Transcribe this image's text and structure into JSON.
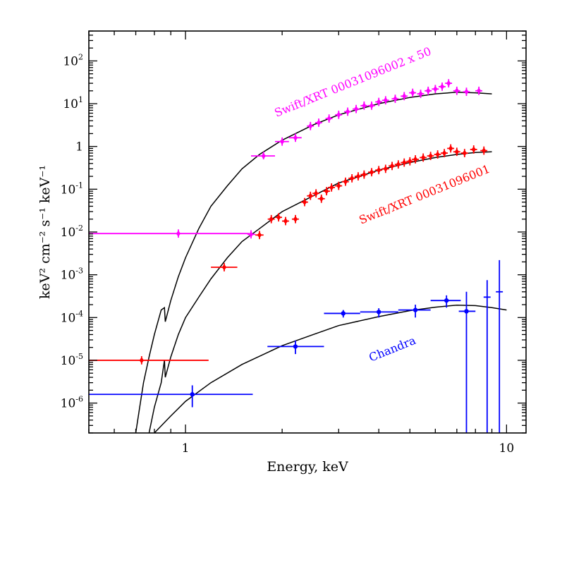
{
  "chart_data": {
    "type": "scatter",
    "xlabel": "Energy, keV",
    "ylabel": "keV² cm⁻² s⁻¹ keV⁻¹",
    "xscale": "log",
    "yscale": "log",
    "xlim": [
      0.5,
      11.5
    ],
    "ylim": [
      2e-07,
      500
    ],
    "grid": false,
    "x_tick_labels": [
      {
        "value": 1,
        "label": "1"
      },
      {
        "value": 10,
        "label": "10"
      }
    ],
    "y_tick_labels": [
      {
        "value": 1e-06,
        "base": "10",
        "exp": "-6"
      },
      {
        "value": 1e-05,
        "base": "10",
        "exp": "-5"
      },
      {
        "value": 0.0001,
        "base": "10",
        "exp": "-4"
      },
      {
        "value": 0.001,
        "base": "10",
        "exp": "-3"
      },
      {
        "value": 0.01,
        "base": "10",
        "exp": "-2"
      },
      {
        "value": 0.1,
        "base": "10",
        "exp": "-1"
      },
      {
        "value": 1,
        "base": "1",
        "exp": ""
      },
      {
        "value": 10,
        "base": "10",
        "exp": "1"
      },
      {
        "value": 100,
        "base": "10",
        "exp": "2"
      }
    ],
    "annotations": [
      {
        "text": "Swift/XRT 00031096002 x 50",
        "color": "#ff00ff"
      },
      {
        "text": "Swift/XRT 00031096001",
        "color": "#ff0000"
      },
      {
        "text": "Chandra",
        "color": "#0000ff"
      }
    ],
    "series": [
      {
        "color": "#ff00ff",
        "marker": "diamond",
        "points": [
          {
            "x": 0.95,
            "y": 0.0092,
            "xlo": 0.5,
            "xhi": 1.58
          },
          {
            "x": 1.6,
            "y": 0.0088,
            "xlo": 1.56,
            "xhi": 1.65
          },
          {
            "x": 1.75,
            "y": 0.6,
            "xlo": 1.6,
            "xhi": 1.9,
            "ylo": 0.5,
            "yhi": 0.75
          },
          {
            "x": 2.0,
            "y": 1.3,
            "xlo": 1.9,
            "xhi": 2.1
          },
          {
            "x": 2.2,
            "y": 1.6,
            "xlo": 2.1,
            "xhi": 2.3
          },
          {
            "x": 2.45,
            "y": 3.0
          },
          {
            "x": 2.6,
            "y": 3.6
          },
          {
            "x": 2.8,
            "y": 4.5
          },
          {
            "x": 3.0,
            "y": 5.5
          },
          {
            "x": 3.2,
            "y": 6.5
          },
          {
            "x": 3.4,
            "y": 7.5
          },
          {
            "x": 3.6,
            "y": 9.0
          },
          {
            "x": 3.8,
            "y": 9.0
          },
          {
            "x": 4.0,
            "y": 11.0
          },
          {
            "x": 4.2,
            "y": 12.0
          },
          {
            "x": 4.5,
            "y": 13.0
          },
          {
            "x": 4.8,
            "y": 15.0
          },
          {
            "x": 5.1,
            "y": 18.0
          },
          {
            "x": 5.4,
            "y": 17.0
          },
          {
            "x": 5.7,
            "y": 20.0
          },
          {
            "x": 6.0,
            "y": 22.0
          },
          {
            "x": 6.3,
            "y": 25.0
          },
          {
            "x": 6.6,
            "y": 30.0
          },
          {
            "x": 7.0,
            "y": 20.0
          },
          {
            "x": 7.5,
            "y": 19.0
          },
          {
            "x": 8.2,
            "y": 20.0
          }
        ]
      },
      {
        "color": "#ff0000",
        "marker": "diamond",
        "points": [
          {
            "x": 0.73,
            "y": 1e-05,
            "xlo": 0.5,
            "xhi": 1.18
          },
          {
            "x": 1.32,
            "y": 0.0015,
            "xlo": 1.2,
            "xhi": 1.45
          },
          {
            "x": 1.7,
            "y": 0.0085,
            "xlo": 1.65,
            "xhi": 1.75
          },
          {
            "x": 1.85,
            "y": 0.02
          },
          {
            "x": 1.95,
            "y": 0.022
          },
          {
            "x": 2.05,
            "y": 0.018
          },
          {
            "x": 2.2,
            "y": 0.02
          },
          {
            "x": 2.35,
            "y": 0.05
          },
          {
            "x": 2.45,
            "y": 0.07
          },
          {
            "x": 2.55,
            "y": 0.08
          },
          {
            "x": 2.65,
            "y": 0.06
          },
          {
            "x": 2.75,
            "y": 0.09
          },
          {
            "x": 2.85,
            "y": 0.11
          },
          {
            "x": 3.0,
            "y": 0.12
          },
          {
            "x": 3.15,
            "y": 0.15
          },
          {
            "x": 3.3,
            "y": 0.18
          },
          {
            "x": 3.45,
            "y": 0.2
          },
          {
            "x": 3.6,
            "y": 0.22
          },
          {
            "x": 3.8,
            "y": 0.25
          },
          {
            "x": 4.0,
            "y": 0.28
          },
          {
            "x": 4.2,
            "y": 0.3
          },
          {
            "x": 4.4,
            "y": 0.35
          },
          {
            "x": 4.6,
            "y": 0.38
          },
          {
            "x": 4.8,
            "y": 0.42
          },
          {
            "x": 5.0,
            "y": 0.45
          },
          {
            "x": 5.2,
            "y": 0.5
          },
          {
            "x": 5.5,
            "y": 0.55
          },
          {
            "x": 5.8,
            "y": 0.6
          },
          {
            "x": 6.1,
            "y": 0.65
          },
          {
            "x": 6.4,
            "y": 0.7
          },
          {
            "x": 6.7,
            "y": 0.9
          },
          {
            "x": 7.0,
            "y": 0.75
          },
          {
            "x": 7.4,
            "y": 0.7
          },
          {
            "x": 7.9,
            "y": 0.85
          },
          {
            "x": 8.5,
            "y": 0.8
          }
        ]
      },
      {
        "color": "#0000ff",
        "marker": "circle",
        "points": [
          {
            "x": 1.05,
            "y": 1.6e-06,
            "xlo": 0.5,
            "xhi": 1.62,
            "ylo": 8e-07,
            "yhi": 2.6e-06
          },
          {
            "x": 2.2,
            "y": 2.1e-05,
            "xlo": 1.8,
            "xhi": 2.7,
            "ylo": 1.4e-05,
            "yhi": 2.9e-05
          },
          {
            "x": 3.1,
            "y": 0.000125,
            "xlo": 2.7,
            "xhi": 3.5,
            "ylo": 0.0001,
            "yhi": 0.00015
          },
          {
            "x": 4.0,
            "y": 0.000135,
            "xlo": 3.5,
            "xhi": 4.6,
            "ylo": 0.0001,
            "yhi": 0.000165
          },
          {
            "x": 5.2,
            "y": 0.00015,
            "xlo": 4.6,
            "xhi": 5.8,
            "ylo": 0.0001,
            "yhi": 0.0002
          },
          {
            "x": 6.5,
            "y": 0.00025,
            "xlo": 5.8,
            "xhi": 7.2,
            "ylo": 0.00017,
            "yhi": 0.00033
          },
          {
            "x": 7.5,
            "y": 0.00014,
            "xlo": 7.1,
            "xhi": 8.0,
            "ylo": 2e-07,
            "yhi": 0.0004
          },
          {
            "x": 8.7,
            "y": 0.0003,
            "ylo": 2e-07,
            "yhi": 0.00075,
            "nomarker": true
          },
          {
            "x": 9.5,
            "y": 0.0004,
            "ylo": 2e-07,
            "yhi": 0.0022,
            "nomarker": true
          }
        ]
      }
    ],
    "model_curves": [
      {
        "color": "#000000",
        "points": [
          [
            0.7,
            2e-07
          ],
          [
            0.72,
            8e-07
          ],
          [
            0.74,
            3e-06
          ],
          [
            0.77,
            1.2e-05
          ],
          [
            0.8,
            4e-05
          ],
          [
            0.84,
            0.00015
          ],
          [
            0.86,
            0.00017
          ],
          [
            0.865,
            8e-05
          ],
          [
            0.9,
            0.00025
          ],
          [
            0.95,
            0.0009
          ],
          [
            1.0,
            0.0025
          ],
          [
            1.1,
            0.012
          ],
          [
            1.2,
            0.04
          ],
          [
            1.35,
            0.12
          ],
          [
            1.5,
            0.3
          ],
          [
            1.7,
            0.65
          ],
          [
            2.0,
            1.4
          ],
          [
            2.5,
            3.2
          ],
          [
            3.0,
            5.5
          ],
          [
            4.0,
            10.0
          ],
          [
            5.0,
            14.0
          ],
          [
            6.0,
            17.0
          ],
          [
            7.0,
            18.5
          ],
          [
            8.0,
            18.0
          ],
          [
            9.0,
            17.0
          ]
        ]
      },
      {
        "color": "#000000",
        "points": [
          [
            0.77,
            2e-07
          ],
          [
            0.8,
            8e-07
          ],
          [
            0.84,
            3e-06
          ],
          [
            0.86,
            1e-05
          ],
          [
            0.865,
            4e-06
          ],
          [
            0.9,
            1.2e-05
          ],
          [
            0.95,
            4e-05
          ],
          [
            1.0,
            0.0001
          ],
          [
            1.1,
            0.0003
          ],
          [
            1.2,
            0.0008
          ],
          [
            1.35,
            0.0025
          ],
          [
            1.5,
            0.006
          ],
          [
            1.7,
            0.012
          ],
          [
            2.0,
            0.03
          ],
          [
            2.5,
            0.07
          ],
          [
            3.0,
            0.14
          ],
          [
            4.0,
            0.28
          ],
          [
            5.0,
            0.42
          ],
          [
            6.0,
            0.55
          ],
          [
            7.0,
            0.65
          ],
          [
            8.0,
            0.72
          ],
          [
            9.0,
            0.75
          ]
        ]
      },
      {
        "color": "#000000",
        "points": [
          [
            0.8,
            2e-07
          ],
          [
            0.9,
            5e-07
          ],
          [
            1.0,
            1.1e-06
          ],
          [
            1.2,
            3e-06
          ],
          [
            1.5,
            8e-06
          ],
          [
            2.0,
            2.2e-05
          ],
          [
            2.5,
            4e-05
          ],
          [
            3.0,
            6.5e-05
          ],
          [
            4.0,
            0.000105
          ],
          [
            5.0,
            0.000145
          ],
          [
            6.0,
            0.000175
          ],
          [
            7.0,
            0.000195
          ],
          [
            8.0,
            0.00019
          ],
          [
            9.0,
            0.00017
          ],
          [
            10.0,
            0.00015
          ]
        ]
      }
    ]
  }
}
